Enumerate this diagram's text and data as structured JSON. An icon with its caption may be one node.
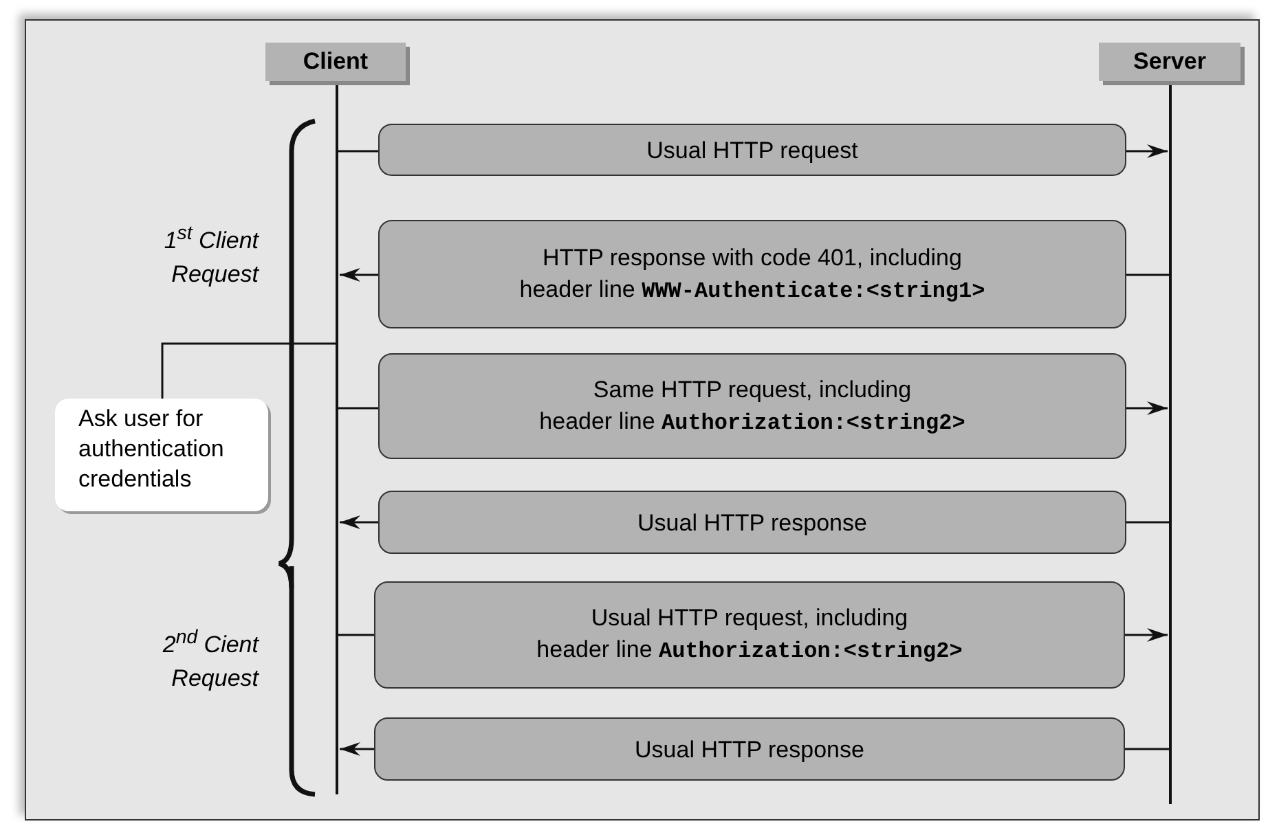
{
  "diagram": {
    "nodes": [
      {
        "text": [
          "Client"
        ]
      },
      {
        "text": [
          "Server"
        ]
      },
      {
        "text": [
          "Ask user for authentication credentials"
        ]
      }
    ],
    "edges": [
      {
        "from": 0,
        "to": 1,
        "arrow": "to",
        "label": "Usual HTTP request"
      },
      {
        "from": 1,
        "to": 0,
        "arrow": "to",
        "label": "HTTP response with code 401, including header line **WWW-Authenticate:<string1>**"
      },
      {
        "from": 0,
        "to": 1,
        "arrow": "to",
        "label": "Same HTTP request, including header line **Authorization:<string2>**"
      },
      {
        "from": 1,
        "to": 0,
        "arrow": "to",
        "label": "Usual HTTP response"
      },
      {
        "from": 0,
        "to": 1,
        "arrow": "to",
        "label": "Usual HTTP request, including header line **Authorization:<string2>**"
      },
      {
        "from": 1,
        "to": 0,
        "arrow": "to",
        "label": "Usual HTTP response"
      },
      {
        "from": 2,
        "to": 0,
        "arrow": "none"
      }
    ],
    "labels": [
      "1$^{st}$ Client Request",
      "2$^{nd}$ Cient Request"
    ]
  }
}
